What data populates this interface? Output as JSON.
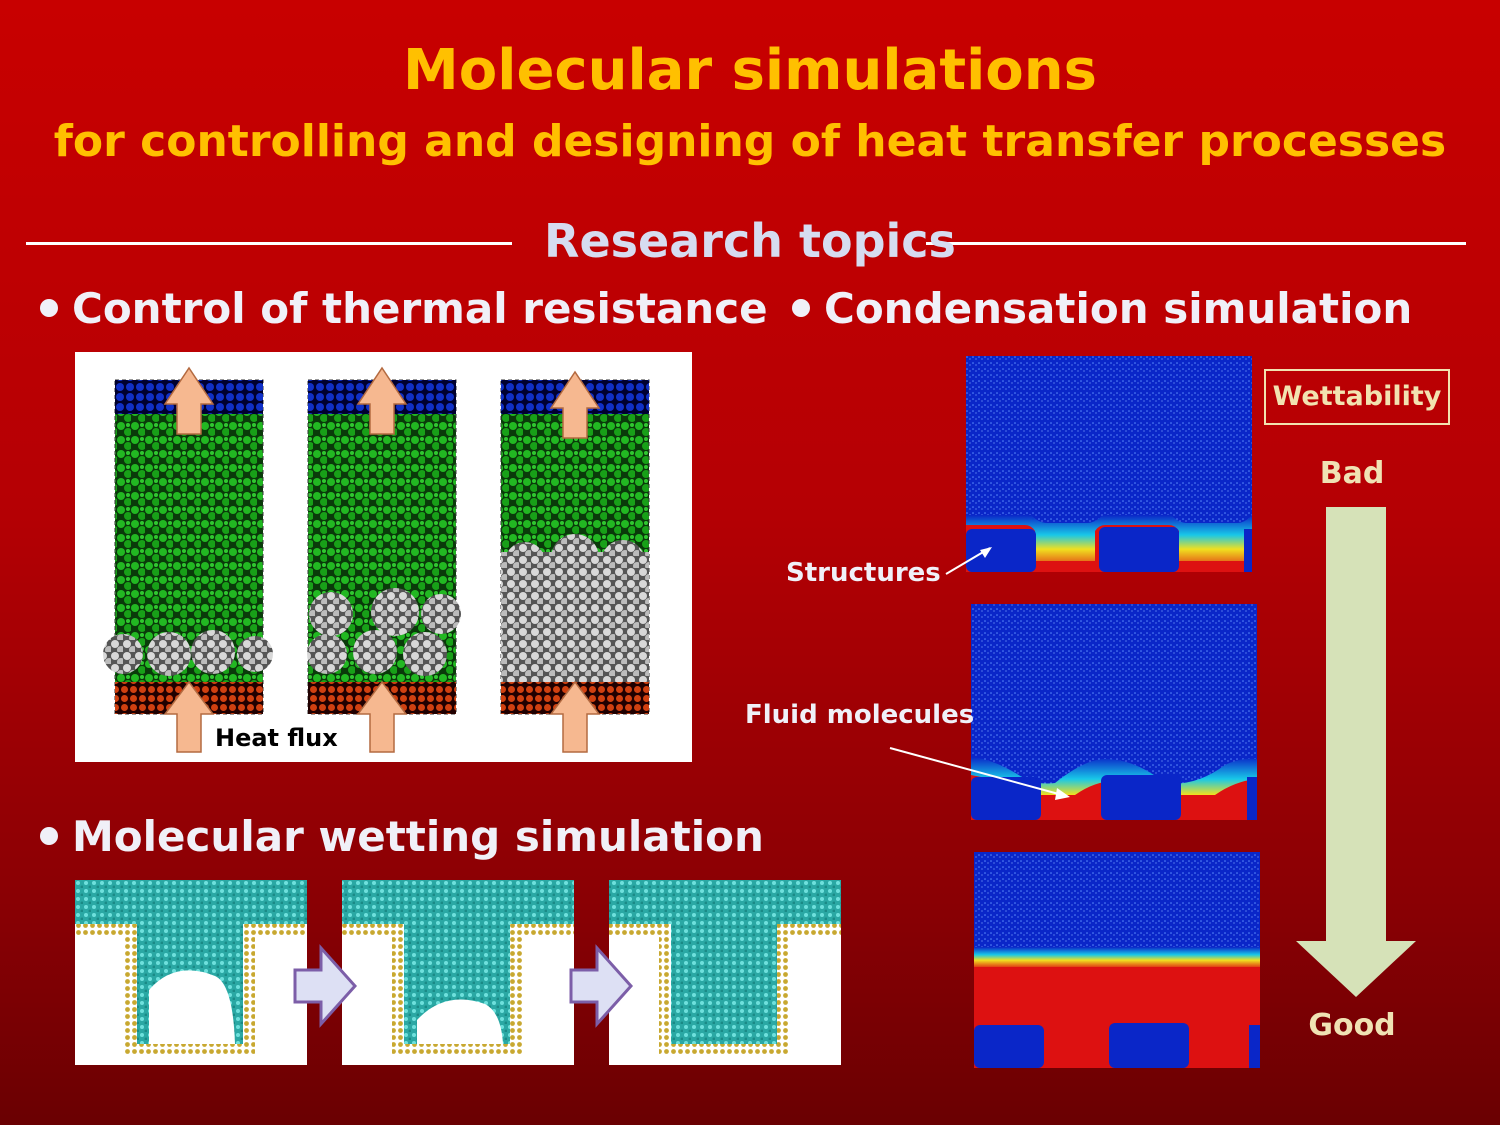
{
  "title": "Molecular simulations",
  "subtitle": "for controlling and designing of heat transfer processes",
  "research_heading": "Research topics",
  "sections": {
    "thermal": "Control of thermal resistance",
    "wetting": "Molecular wetting simulation",
    "condensation": "Condensation simulation"
  },
  "labels": {
    "heat_flux": "Heat flux",
    "structures": "Structures",
    "fluid_molecules": "Fluid molecules",
    "wettability": "Wettability",
    "bad": "Bad",
    "good": "Good"
  },
  "colors": {
    "title": "#ffc000",
    "heading": "#d6dcf0",
    "arrow": "#d6e2b8",
    "liquid": "#dd1111",
    "vapor": "#1030c0",
    "wetting_fluid": "#3cc0bc",
    "wall": "#c8a830"
  },
  "icons": {
    "bullet": "bullet-dot-icon",
    "heat_arrow": "heat-arrow-icon",
    "step_arrow": "right-arrow-icon",
    "wettability_arrow": "down-arrow-icon"
  }
}
